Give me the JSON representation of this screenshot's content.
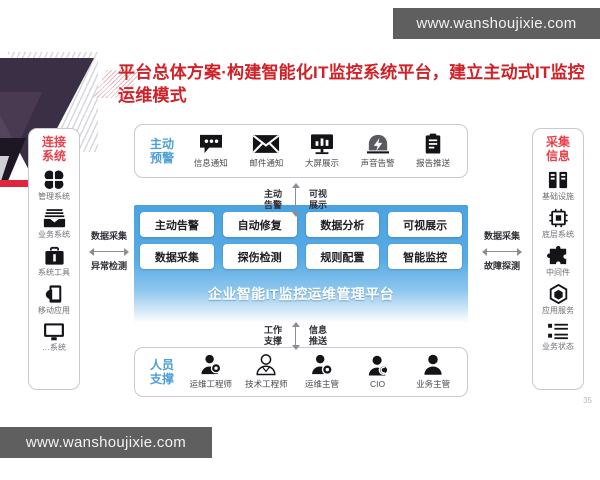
{
  "slide": {
    "title": "平台总体方案·构建智能化IT监控系统平台，建立主动式IT监控运维模式",
    "page_number": "35",
    "accent_red": "#cf2127",
    "accent_blue": "#4d9fd6",
    "platform_blue": "#4aa3e0"
  },
  "watermark": {
    "top": "www.wanshoujixie.com",
    "bottom": "www.wanshoujixie.com"
  },
  "left_column": {
    "title": "连接\n系统",
    "title_line1": "连接",
    "title_line2": "系统",
    "items": [
      {
        "label": "管理系统",
        "icon": "four-squares-icon"
      },
      {
        "label": "业务系统",
        "icon": "inbox-tray-icon"
      },
      {
        "label": "系统工具",
        "icon": "toolbox-icon"
      },
      {
        "label": "移动应用",
        "icon": "mobile-hand-icon"
      },
      {
        "label": "…系统",
        "icon": "monitor-icon"
      }
    ]
  },
  "right_column": {
    "title_line1": "采集",
    "title_line2": "信息",
    "items": [
      {
        "label": "基础设施",
        "icon": "server-rack-icon"
      },
      {
        "label": "底层系统",
        "icon": "cpu-chip-icon"
      },
      {
        "label": "中间件",
        "icon": "puzzle-piece-icon"
      },
      {
        "label": "应用服务",
        "icon": "cube-hexagon-icon"
      },
      {
        "label": "业务状态",
        "icon": "list-lines-icon"
      }
    ]
  },
  "alert_row": {
    "title_line1": "主动",
    "title_line2": "预警",
    "items": [
      {
        "label": "信息通知",
        "icon": "speech-bubble-icon"
      },
      {
        "label": "邮件通知",
        "icon": "envelope-icon"
      },
      {
        "label": "大屏展示",
        "icon": "monitor-chart-icon"
      },
      {
        "label": "声音告警",
        "icon": "alarm-bolt-icon"
      },
      {
        "label": "报告推送",
        "icon": "clipboard-report-icon"
      }
    ]
  },
  "platform": {
    "name": "企业智能IT监控运维管理平台",
    "row1": [
      "主动告警",
      "自动修复",
      "数据分析",
      "可视展示"
    ],
    "row2": [
      "数据采集",
      "探伤检测",
      "规则配置",
      "智能监控"
    ]
  },
  "people_row": {
    "title_line1": "人员",
    "title_line2": "支撑",
    "items": [
      {
        "label": "运维工程师",
        "icon": "person-gear-icon"
      },
      {
        "label": "技术工程师",
        "icon": "person-outline-icon"
      },
      {
        "label": "运维主管",
        "icon": "person-cog-icon"
      },
      {
        "label": "CIO",
        "icon": "person-badge-icon"
      },
      {
        "label": "业务主管",
        "icon": "person-suit-icon"
      }
    ]
  },
  "connectors": {
    "top_left_text": "主动\n告警",
    "top_left_l1": "主动",
    "top_left_l2": "告警",
    "top_right_l1": "可视",
    "top_right_l2": "展示",
    "bottom_left_l1": "工作",
    "bottom_left_l2": "支撑",
    "bottom_right_l1": "信息",
    "bottom_right_l2": "推送",
    "left_top": "数据采集",
    "left_bottom": "异常检测",
    "right_top": "数据采集",
    "right_bottom": "故障探测"
  }
}
